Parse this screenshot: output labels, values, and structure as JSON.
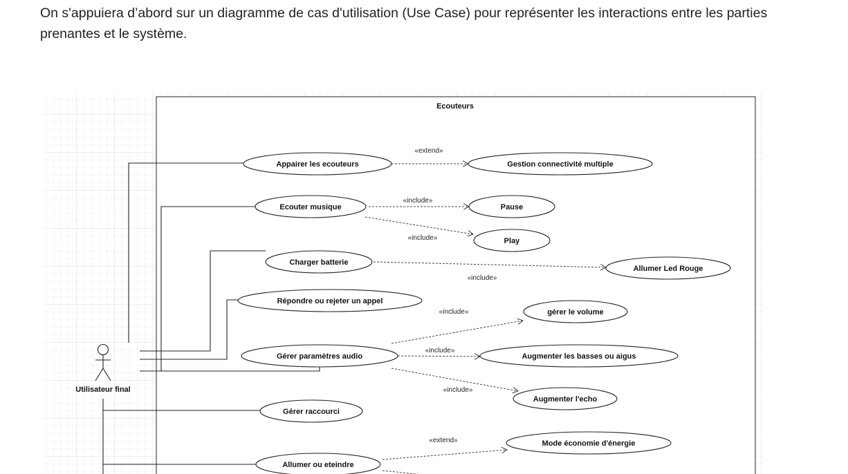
{
  "intro_text": "On s'appuiera d’abord sur un diagramme de cas d'utilisation (Use Case) pour représenter les interactions entre les parties prenantes et le système.",
  "diagram": {
    "system_name": "Ecouteurs",
    "actor": {
      "name": "Utilisateur final"
    },
    "use_cases": {
      "appairer": "Appairer les ecouteurs",
      "gestion_conn": "Gestion connectivité multiple",
      "ecouter": "Ecouter musique",
      "pause": "Pause",
      "play": "Play",
      "charger": "Charger batterie",
      "led_rouge": "Allumer Led Rouge",
      "repondre": "Répondre ou rejeter un appel",
      "audio": "Gérer paramètres audio",
      "volume": "gérer le volume",
      "basses": "Augmenter les basses ou aigus",
      "echo": "Augmenter l'echo",
      "raccourci": "Gérer raccourci",
      "allumer": "Allumer ou eteindre",
      "economie": "Mode économie d'énergie"
    },
    "stereotypes": {
      "extend": "«extend»",
      "include": "«include»"
    }
  }
}
